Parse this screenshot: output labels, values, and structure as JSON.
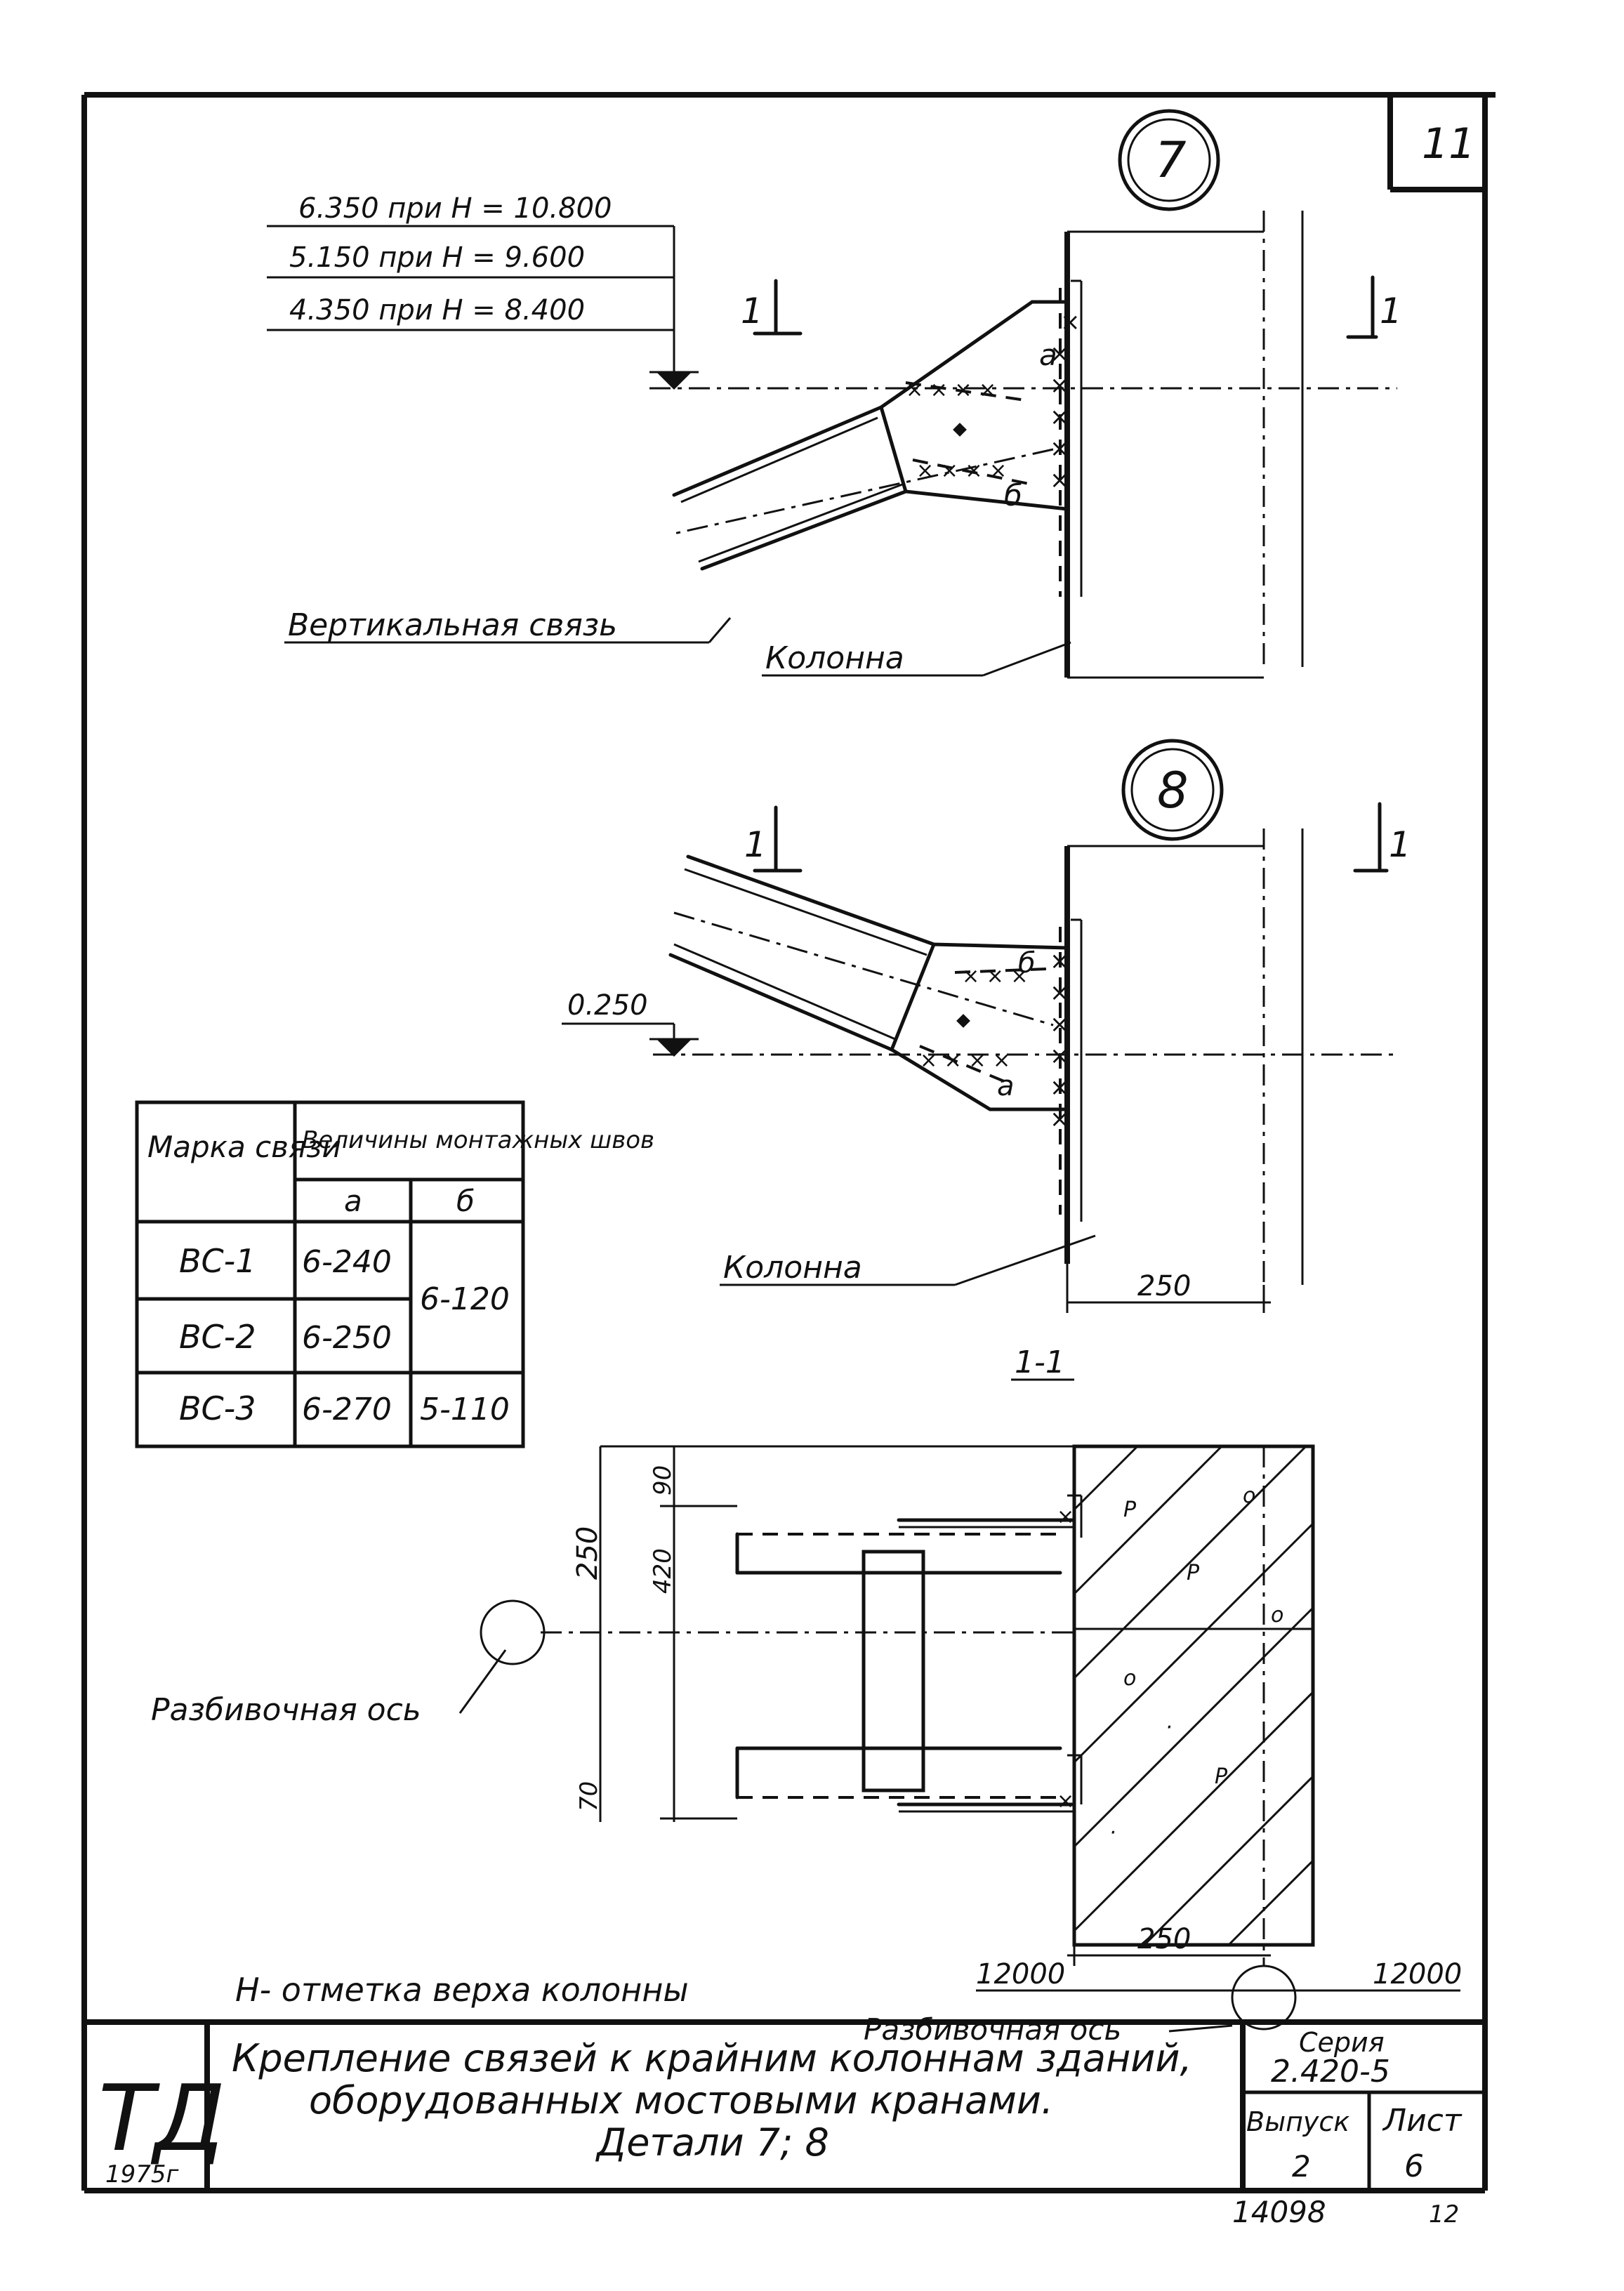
{
  "sheet": {
    "sheet_number": "11",
    "page_number": "12",
    "archive_number": "14098"
  },
  "detail7": {
    "marker": "7",
    "elevation_labels": [
      "6.350 при H = 10.800",
      "5.150 при H = 9.600",
      "4.350 при H = 8.400"
    ],
    "section_mark_left": "1",
    "section_mark_right": "1",
    "weld_a": "a",
    "weld_b": "б",
    "brace_label": "Вертикальная связь",
    "column_label": "Колонна"
  },
  "detail8": {
    "marker": "8",
    "elevation": "0.250",
    "section_mark_left": "1",
    "section_mark_right": "1",
    "weld_b": "б",
    "weld_a": "a",
    "column_label": "Колонна",
    "dim_width": "250"
  },
  "weld_table": {
    "header_mark": "Марка связи",
    "header_values": "Величины монтажных швов",
    "col_a": "a",
    "col_b": "б",
    "rows": [
      {
        "mark": "ВС-1",
        "a": "6-240"
      },
      {
        "mark": "ВС-2",
        "a": "6-250"
      },
      {
        "mark": "ВС-3",
        "a": "6-270",
        "b": "5-110"
      }
    ],
    "merged_b": "6-120"
  },
  "section": {
    "title": "1-1",
    "dim_total": "250",
    "dim_top": "90",
    "dim_mid": "420",
    "dim_bottom": "70",
    "dim_width": "250",
    "span_left": "12000",
    "span_right": "12000",
    "axis_label_left": "Разбивочная ось",
    "axis_label_bottom": "Разбивочная ось",
    "note": "H- отметка верха колонны"
  },
  "title_block": {
    "logo": "ТД",
    "year": "1975г",
    "title_line1": "Крепление связей к крайним колоннам зданий,",
    "title_line2": "оборудованных мостовыми кранами.",
    "title_line3": "Детали 7; 8",
    "series_label": "Серия",
    "series_value": "2.420-5",
    "issue_label": "Выпуск",
    "issue_value": "2",
    "sheet_label": "Лист",
    "sheet_value": "6"
  }
}
